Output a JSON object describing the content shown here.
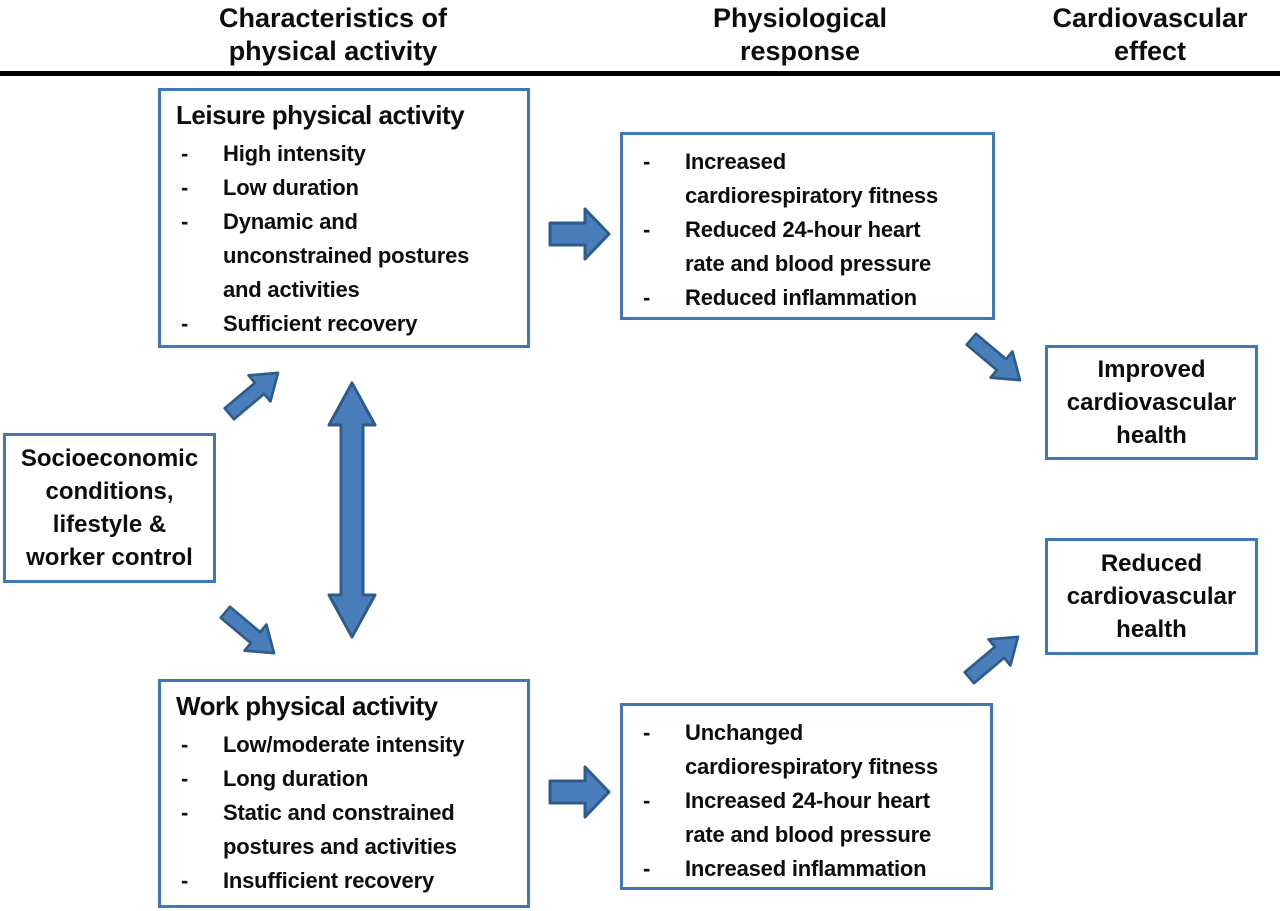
{
  "colors": {
    "arrow_fill": "#4A7EBB",
    "arrow_stroke": "#2E5C8A",
    "box_border": "#4277B5",
    "divider": "#000000",
    "text": "#0d0d0d"
  },
  "glyphs": {
    "dash": "-"
  },
  "headers": {
    "col1": "Characteristics of\nphysical activity",
    "col2": "Physiological\nresponse",
    "col3": "Cardiovascular\neffect"
  },
  "boxes": {
    "leisure": {
      "title": "Leisure physical activity",
      "items": [
        "High intensity",
        "Low duration",
        "Dynamic and\nunconstrained postures\nand activities",
        "Sufficient recovery"
      ]
    },
    "physio_top": {
      "items": [
        "Increased\ncardiorespiratory fitness",
        "Reduced 24-hour heart\nrate and blood pressure",
        "Reduced inflammation"
      ]
    },
    "improved": {
      "text": "Improved\ncardiovascular\nhealth"
    },
    "socio": {
      "text": "Socioeconomic\nconditions,\nlifestyle &\nworker control"
    },
    "reduced": {
      "text": "Reduced\ncardiovascular\nhealth"
    },
    "work": {
      "title": "Work physical activity",
      "items": [
        "Low/moderate intensity",
        "Long duration",
        "Static and constrained\npostures and activities",
        "Insufficient recovery"
      ]
    },
    "physio_bottom": {
      "items": [
        "Unchanged\ncardiorespiratory fitness",
        "Increased 24-hour heart\nrate and blood pressure",
        "Increased inflammation"
      ]
    }
  },
  "arrows": {
    "socio_to_leisure": "up-right",
    "leisure_work_bidirectional": "vertical-double",
    "socio_to_work": "down-right",
    "leisure_to_physio_top": "right",
    "work_to_physio_bottom": "right",
    "physio_top_to_improved": "down-right",
    "physio_bottom_to_reduced": "up-right"
  }
}
